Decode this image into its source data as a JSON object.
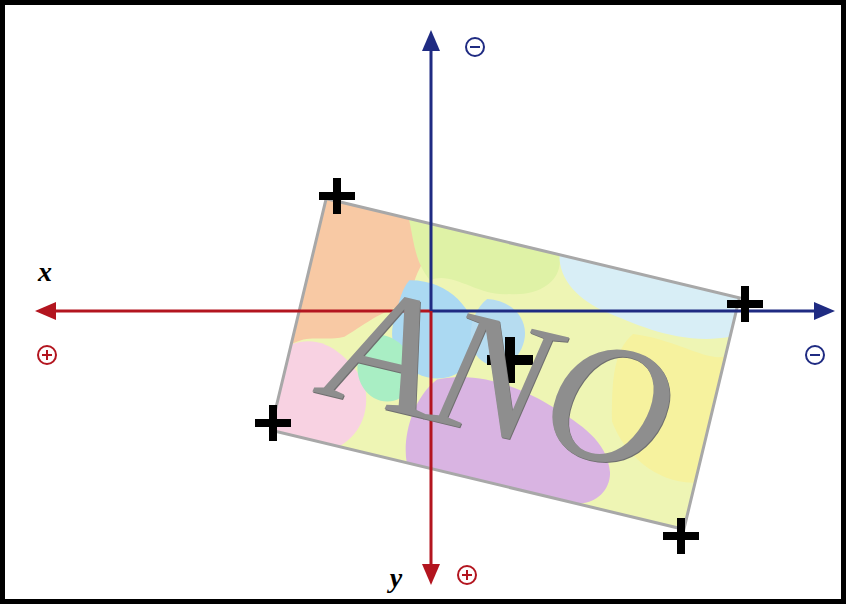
{
  "diagram": {
    "nodes": [
      {
        "text": [
          "ANO"
        ]
      }
    ],
    "labels": [
      "x",
      "y"
    ]
  }
}
